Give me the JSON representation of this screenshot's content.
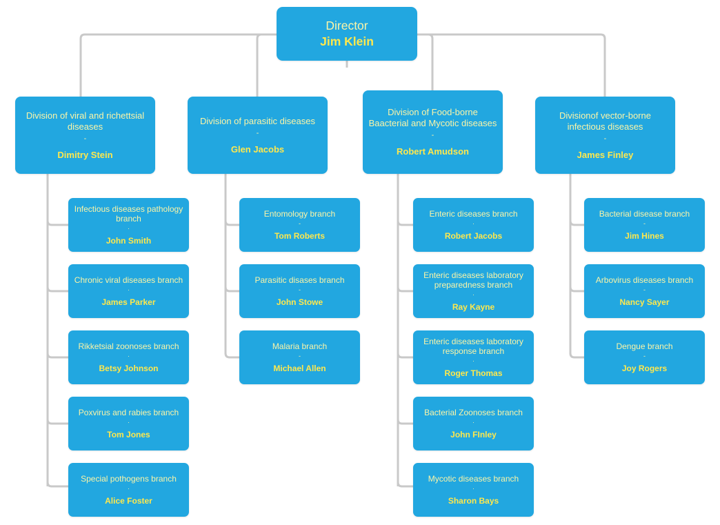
{
  "theme": {
    "box_fill": "#22a7e0",
    "title_text": "#fbf5a8",
    "person_text": "#ffe84d",
    "connector": "#c9c9c9",
    "background": "#ffffff"
  },
  "root": {
    "title": "Director",
    "separator": "",
    "person": "Jim Klein"
  },
  "divisions": [
    {
      "title": "Division of viral and richettsial diseases",
      "separator": "-",
      "person": "Dimitry Stein",
      "branches": [
        {
          "title": "Infectious diseases pathology branch",
          "separator": "·",
          "person": "John Smith"
        },
        {
          "title": "Chronic viral diseases branch",
          "separator": "·",
          "person": "James Parker"
        },
        {
          "title": "Rikketsial zoonoses branch",
          "separator": "·",
          "person": "Betsy Johnson"
        },
        {
          "title": "Poxvirus and rabies branch",
          "separator": "·",
          "person": "Tom Jones"
        },
        {
          "title": "Special pothogens branch",
          "separator": "·",
          "person": "Alice Foster"
        }
      ]
    },
    {
      "title": "Division of parasitic diseases",
      "separator": "-",
      "person": "Glen Jacobs",
      "branches": [
        {
          "title": "Entomology branch",
          "separator": "-",
          "person": "Tom Roberts"
        },
        {
          "title": "Parasitic disases branch",
          "separator": "-",
          "person": "John Stowe"
        },
        {
          "title": "Malaria branch",
          "separator": "-",
          "person": "Michael Allen"
        }
      ]
    },
    {
      "title": "Division of Food-borne Baacterial and Mycotic diseases",
      "separator": "-",
      "person": "Robert Amudson",
      "branches": [
        {
          "title": "Enteric diseases branch",
          "separator": "·",
          "person": "Robert Jacobs"
        },
        {
          "title": "Enteric diseases laboratory preparedness branch",
          "separator": "·",
          "person": "Ray Kayne"
        },
        {
          "title": "Enteric diseases laboratory response branch",
          "separator": "·",
          "person": "Roger Thomas"
        },
        {
          "title": "Bacterial Zoonoses branch",
          "separator": "·",
          "person": "John FInley"
        },
        {
          "title": "Mycotic diseases branch",
          "separator": "·",
          "person": "Sharon Bays"
        }
      ]
    },
    {
      "title": "Divisionof vector-borne infectious diseases",
      "separator": "-",
      "person": "James Finley",
      "branches": [
        {
          "title": "Bacterial disease branch",
          "separator": "-",
          "person": "Jim Hines"
        },
        {
          "title": "Arbovirus diseases branch",
          "separator": "-",
          "person": "Nancy Sayer"
        },
        {
          "title": "Dengue branch",
          "separator": "-",
          "person": "Joy Rogers"
        }
      ]
    }
  ]
}
